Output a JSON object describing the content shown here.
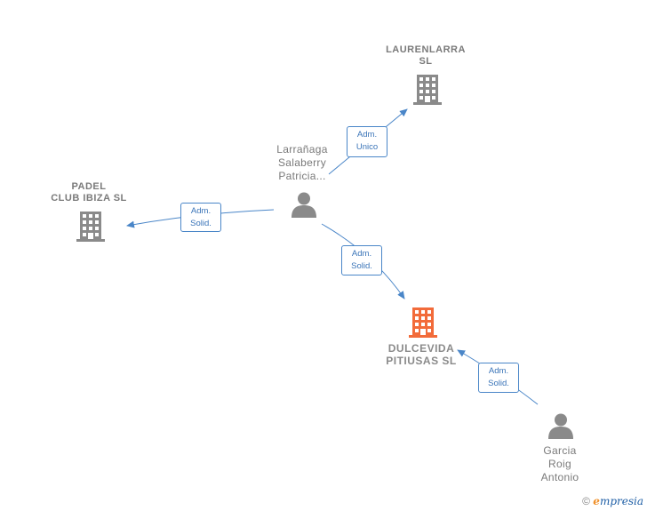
{
  "nodes": {
    "laurenlarra": {
      "label": "LAURENLARRA\nSL"
    },
    "padel": {
      "label": "PADEL\nCLUB IBIZA  SL"
    },
    "dulcevida": {
      "label": "DULCEVIDA\nPITIUSAS  SL"
    },
    "larranaga": {
      "label": "Larrañaga\nSalaberry\nPatricia..."
    },
    "garcia": {
      "label": "Garcia\nRoig\nAntonio"
    }
  },
  "edges": {
    "adm_unico": {
      "line1": "Adm.",
      "line2": "Unico"
    },
    "adm_solid_padel": {
      "line1": "Adm.",
      "line2": "Solid."
    },
    "adm_solid_dulce": {
      "line1": "Adm.",
      "line2": "Solid."
    },
    "adm_solid_garcia": {
      "line1": "Adm.",
      "line2": "Solid."
    }
  },
  "colors": {
    "company": "#8a8a8a",
    "focus_company": "#f26b3a",
    "person": "#8a8a8a",
    "edge": "#4a86c8"
  },
  "footer": {
    "copyright": "©",
    "brand_e": "e",
    "brand_rest": "mpresia"
  }
}
